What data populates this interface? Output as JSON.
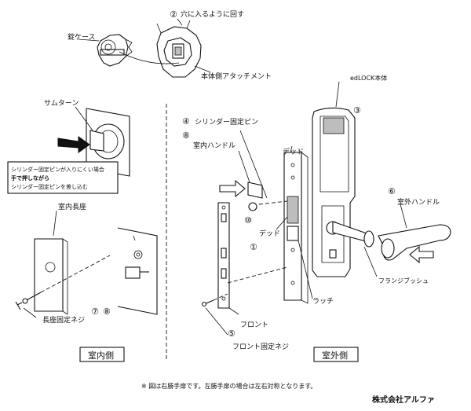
{
  "labels": {
    "step2_text": "穴に入るように回す",
    "lock_case": "錠ケース",
    "body_attachment": "本体側アタッチメント",
    "thumb_turn": "サムターン",
    "note_line1": "シリンダー固定ピンが入りにくい場合",
    "note_line2": "手で押しながら",
    "note_line3": "シリンダー固定ピンを差し込む",
    "indoor_escutcheon": "室内長座",
    "escutcheon_screw": "長座固定ネジ",
    "indoor_side": "室内側",
    "cylinder_pin": "シリンダー固定ピン",
    "indoor_handle": "室内ハンドル",
    "deadbolt_top": "デッド",
    "deadbolt_mid": "デッド",
    "front_plate": "フロント",
    "front_screw": "フロント固定ネジ",
    "latch": "ラッチ",
    "flange_bush": "フランジブッシュ",
    "outdoor_handle": "室外ハンドル",
    "edlock_body": "edLOCK本体",
    "outdoor_side": "室外側",
    "footnote": "※ 図は右勝手扉です。左勝手扉の場合は左右対称となります。",
    "company": "株式会社アルファ"
  },
  "markers": {
    "m2": "②",
    "m3": "③",
    "m4": "④",
    "m5": "⑤",
    "m6": "⑥",
    "m7": "⑦",
    "m8a": "⑧",
    "m8b": "⑧",
    "m1": "①",
    "m10": "⑩"
  }
}
